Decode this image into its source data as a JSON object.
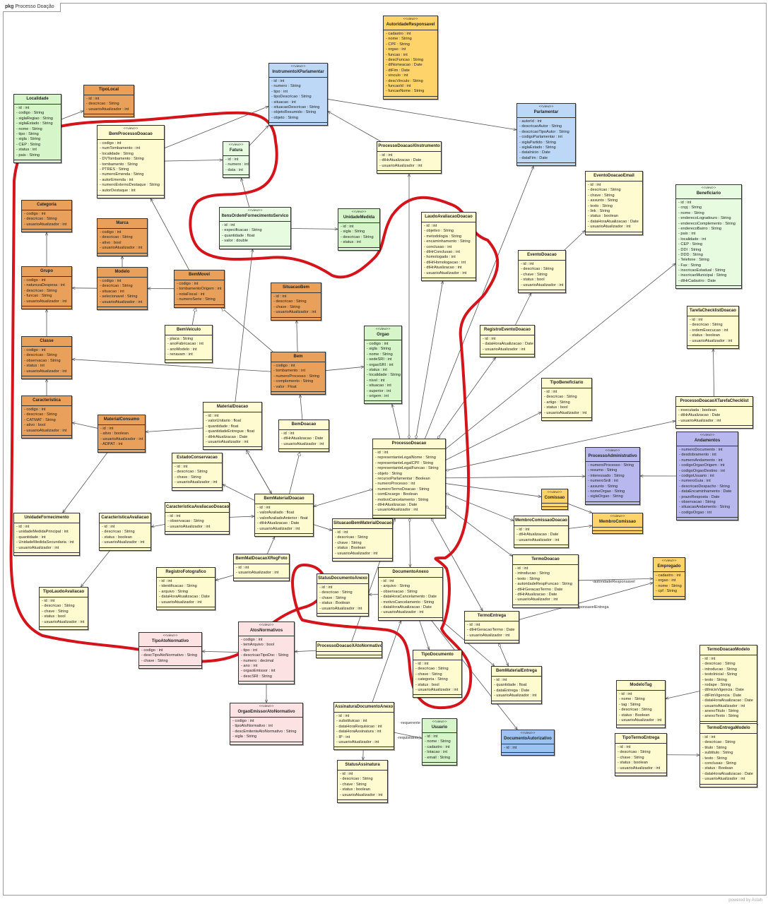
{
  "package": {
    "keyword": "pkg",
    "name": "Processo Doação"
  },
  "footer": "powered by Astah",
  "colors": {
    "annotation": "#d4131b",
    "yellow": "#fffbd0",
    "orange": "#e8a05b",
    "blue": "#bcd8f6",
    "green": "#d6f5c9",
    "purple": "#b9b8ee",
    "gold": "#fdd36a",
    "pink": "#fde2e3"
  },
  "classes": [
    {
      "id": "Localidade",
      "name": "Localidade",
      "attrs": [
        "- id : int",
        "- codigo : String",
        "- siglaRegiao : String",
        "- siglaEstado : String",
        "- nome : String",
        "- tipo : String",
        "- sigla : String",
        "- CEP : String",
        "- status : int",
        "- pais : String"
      ]
    },
    {
      "id": "TipoLocal",
      "name": "TipoLocal",
      "attrs": [
        "- id : int",
        "- descricao : String",
        "- usuarioAtualizador : int"
      ]
    },
    {
      "id": "BemProcessoDoacao",
      "stereotype": "<<view>>",
      "name": "BemProcessoDoacao",
      "attrs": [
        "- codigo : int",
        "- numTombamento : int",
        "- localidade : String",
        "- DVTombamento : String",
        "- tombamento : String",
        "- PTRES : String",
        "- numeroEmenda : String",
        "- autorEmenda : int",
        "- numeroExternoDestaque : String",
        "- autorDestaque : int"
      ]
    },
    {
      "id": "Fatura",
      "stereotype": "<<view>>",
      "name": "Fatura",
      "attrs": [
        "- id : int",
        "- numero : int",
        "- data : int"
      ]
    },
    {
      "id": "InstrumentoXParlamentar",
      "stereotype": "<<view>>",
      "name": "InstrumentoXParlamentar",
      "attrs": [
        "- id : int",
        "- numero : String",
        "- tipo : int",
        "- tipoDescricao : String",
        "- situacao : int",
        "- situacaoDescricao : String",
        "- objetoResumido : String",
        "- objeto : String"
      ]
    },
    {
      "id": "AutoridadeResponsavel",
      "stereotype": "<<view>>",
      "name": "AutoridadeResponsavel",
      "attrs": [
        "- cadastro : int",
        "- nome : String",
        "- CPF : String",
        "- orgao : int",
        "- funcao : int",
        "- descFuncao : String",
        "- dtNomeacao : Date",
        "- dtFim : Date",
        "- vinculo : int",
        "- descVinculo : String",
        "- funcaoId : int",
        "- funcaoNome : String"
      ]
    },
    {
      "id": "Parlamentar",
      "stereotype": "<<view>>",
      "name": "Parlamentar",
      "attrs": [
        "- autorId : int",
        "- descricaoAutor : String",
        "- descricaoTipoAutor : String",
        "- codigoParlamentar : int",
        "- siglaPartido : String",
        "- siglaEstado : String",
        "- dataInicio : Date",
        "- dataFim : Date"
      ]
    },
    {
      "id": "ProcessoDoacaoXInstrumento",
      "name": "ProcessoDoacaoXInstrumento",
      "attrs": [
        "- id : int",
        "- dtHrAtualizacao : Date",
        "- usuarioAtualizador : int"
      ]
    },
    {
      "id": "EventoDoacaoEmail",
      "name": "EventoDoacaoEmail",
      "attrs": [
        "- id : int",
        "- descricao : String",
        "- chave : String",
        "- assunto : String",
        "- texto : String",
        "- link : String",
        "- status : boolean",
        "- dataHoraAtualizacao : Date",
        "- usuarioAtualizador : int"
      ]
    },
    {
      "id": "Beneficiario",
      "stereotype": "<<view>>",
      "name": "Beneficiario",
      "attrs": [
        "- id : int",
        "- cnpj : String",
        "- nome : String",
        "- enderecoLogradouro : String",
        "- enderecoComplemento : String",
        "- enderecoBairro : String",
        "- pais : int",
        "- localidade : int",
        "- CEP : String",
        "- DDI : String",
        "- DDD : String",
        "- Telefone : String",
        "- Fax : String",
        "- inscricaoEstadual : String",
        "- inscricaoMunicipal : String",
        "- dtHrCadastro : Date"
      ]
    },
    {
      "id": "Categoria",
      "name": "Categoria",
      "attrs": [
        "- codigo : int",
        "- descricao : String",
        "- usuarioAtualizador : int"
      ]
    },
    {
      "id": "Marca",
      "name": "Marca",
      "attrs": [
        "- codigo : int",
        "- descricao : String",
        "- ativo : bool",
        "- usuarioAtualizador : int"
      ]
    },
    {
      "id": "ItensOrdemFornecimentoServico",
      "stereotype": "<<view>>",
      "name": "ItensOrdemFornecimentoServico",
      "attrs": [
        "- id : int",
        "- especificacao : String",
        "- quantidade : float",
        "- valor : double"
      ]
    },
    {
      "id": "UnidadeMedida",
      "stereotype": "<<view>>",
      "name": "UnidadeMedida",
      "attrs": [
        "- id : int",
        "- sigla : String",
        "- descricao : String",
        "- status : int"
      ]
    },
    {
      "id": "LaudoAvaliacaoDoacao",
      "name": "LaudoAvaliacaoDoacao",
      "attrs": [
        "- id : int",
        "- objetivo : String",
        "- metodologia : String",
        "- encaminhamento : String",
        "- conclusao : int",
        "- dtHrConclusao : int",
        "- homologado : int",
        "- dtHrHomologacao : int",
        "- dtHrAtualizacao : int",
        "- usuarioAtualizador : int"
      ]
    },
    {
      "id": "EventoDoacao",
      "name": "EventoDoacao",
      "attrs": [
        "- id : int",
        "- descricao : String",
        "- chave : String",
        "- status : bool",
        "- usuarioAtualizador : int"
      ]
    },
    {
      "id": "Grupo",
      "name": "Grupo",
      "attrs": [
        "- codigo : int",
        "- naturezaDespesa : int",
        "- descricao : String",
        "- funcao : String",
        "- usuarioAtualizador : int"
      ]
    },
    {
      "id": "Modelo",
      "name": "Modelo",
      "attrs": [
        "- codigo : int",
        "- descricao : String",
        "- situacao : int",
        "- selecionavel : String",
        "- usuarioAtualizador : int"
      ]
    },
    {
      "id": "BemMovel",
      "name": "BemMovel",
      "attrs": [
        "- codigo : int",
        "- tombamentoOrigem : int",
        "- notaFiscal : int",
        "- numeroSerie : String"
      ]
    },
    {
      "id": "SituacaoBem",
      "name": "SituacaoBem",
      "attrs": [
        "- id : int",
        "- descricao : String",
        "- chave : String",
        "- usuarioAtualizador : int"
      ]
    },
    {
      "id": "TarefaChecklistDoacao",
      "name": "TarefaChecklistDoacao",
      "attrs": [
        "- id : int",
        "- descricao : String",
        "- ordemExecucao : int",
        "- status : boolean",
        "- usuarioAtualizador : int"
      ]
    },
    {
      "id": "RegistroEventoDoacao",
      "name": "RegistroEventoDoacao",
      "attrs": [
        "- id : int",
        "- dataHoraAtualizacao : Date",
        "- usuarioAtualizador : int"
      ]
    },
    {
      "id": "BemVeiculo",
      "name": "BemVeiculo",
      "attrs": [
        "- placa : String",
        "- anoFabricacao : int",
        "- anoModelo : int",
        "- renavam : int"
      ]
    },
    {
      "id": "Classe",
      "name": "Classe",
      "attrs": [
        "- codigo : int",
        "- descricao : String",
        "- observacao : String",
        "- status : int",
        "- usuarioAtualizador : int"
      ]
    },
    {
      "id": "Bem",
      "name": "Bem",
      "attrs": [
        "- codigo : int",
        "- tombamento : int",
        "- numeroProcesso : String",
        "- complemento : String",
        "- valor : Float"
      ]
    },
    {
      "id": "Orgao",
      "stereotype": "<<view>>",
      "name": "Orgao",
      "attrs": [
        "- codigo : int",
        "- sigla : String",
        "- nome : String",
        "- sedeSRI : int",
        "- orgaoSRI : int",
        "- status : int",
        "- localidade : String",
        "- nivel : int",
        "- situacao : int",
        "- superior : int",
        "- origem : int"
      ]
    },
    {
      "id": "TipoBeneficiario",
      "name": "TipoBeneficiario",
      "attrs": [
        "- id : int",
        "- descricao : String",
        "- artigo : String",
        "- status : bool",
        "- usuarioAtualizador : int"
      ]
    },
    {
      "id": "ProcessoDoacaoXTarefaChecklist",
      "name": "ProcessoDoacaoXTarefaChecklist",
      "attrs": [
        "- executada : boolean",
        "- dtHrAtualizacao : Date",
        "- usuarioAtualizador : int"
      ]
    },
    {
      "id": "Caracteristica",
      "name": "Caracteristica",
      "attrs": [
        "- codigo : int",
        "- descricao : String",
        "- CATMAT : String",
        "- ativo : bool",
        "- usuarioAtualizador : int"
      ]
    },
    {
      "id": "MaterialConsumo",
      "name": "MaterialConsumo",
      "attrs": [
        "- id : int",
        "- ativo : boolean",
        "- usuarioAtualizador : int",
        "- ADPAT : int"
      ]
    },
    {
      "id": "MaterialDoacao",
      "name": "MaterialDoacao",
      "attrs": [
        "- id : int",
        "- valorUnitario : float",
        "- quantidade : float",
        "- quantidadeEntregue : float",
        "- dtHrAtualizacao : Date",
        "- usuarioAtualizador : int"
      ]
    },
    {
      "id": "BemDoacao",
      "name": "BemDoacao",
      "attrs": [
        "- id : int",
        "- dtHrAtualizacao : Date",
        "- usuarioAtualizador : int"
      ]
    },
    {
      "id": "ProcessoDoacao",
      "name": "ProcessoDoacao",
      "attrs": [
        "- id : int",
        "- representanteLegalNome : String",
        "- representanteLegalCPF : String",
        "- representanteLegalFuncao : String",
        "- objeto : String",
        "- recursoParlamentar : Boolean",
        "- numeroProcesso : int",
        "- numeroTermoDoacao : String",
        "- comEncargo : Boolean",
        "- motivoCancelamento : String",
        "- dtHrAtualizacao : Date",
        "- usuarioAtualizador : int"
      ]
    },
    {
      "id": "ProcessoAdministrativo",
      "stereotype": "<<view>>",
      "name": "ProcessoAdministrativo",
      "attrs": [
        "- numeroProcesso : String",
        "- resumo : String",
        "- interessado : String",
        "- numeroSrdi : int",
        "- assunto : String",
        "- nomeOrgao : String",
        "- siglaOrgao : String"
      ]
    },
    {
      "id": "Andamentos",
      "stereotype": "<<view>>",
      "name": "Andamentos",
      "attrs": [
        "- numeroDocumento : int",
        "- desdobramento : int",
        "- numeroAndamento : int",
        "- codigoOrgaoOrigem : int",
        "- codigoOrgaoDestino : int",
        "- codigoUsuario : int",
        "- numeroGuia : int",
        "- descricaoDespacho : String",
        "- dataEncaminhamento : Date",
        "- prazoResposta : Date",
        "- observacao : String",
        "- situacaoAndamento : String",
        "- codigoOrgao : int"
      ]
    },
    {
      "id": "EstadoConservacao",
      "name": "EstadoConservacao",
      "attrs": [
        "- id : int",
        "- descricao : String",
        "- chave : String",
        "- usuarioAtualizador : int"
      ]
    },
    {
      "id": "Comissao",
      "stereotype": "<<view>>",
      "name": "Comissao",
      "attrs": []
    },
    {
      "id": "MembroComissao",
      "stereotype": "<<view>>",
      "name": "MembroComissao",
      "attrs": []
    },
    {
      "id": "MembroComissaoDoacao",
      "name": "MembroComissaoDoacao",
      "attrs": [
        "- id : int",
        "- dtHrAtualizacao : Date",
        "- usuarioAtualizador : int"
      ]
    },
    {
      "id": "UnidadeFornecimento",
      "name": "UnidadeFornecimento",
      "attrs": [
        "- id : int",
        "- unidadeMedidaPrincipal : int",
        "- quantidade : int",
        "- UnidadeMedidaSecundaria : int",
        "- usuarioAtualizador : int"
      ]
    },
    {
      "id": "CaracteristicaAvaliacao",
      "name": "CaracteristicaAvaliacao",
      "attrs": [
        "- id : int",
        "- descricao : String",
        "- status : boolean",
        "- usuarioAtualizador : int"
      ]
    },
    {
      "id": "CaracteristicaAvaliacaoDoacao",
      "name": "CaracteristicaAvaliacaoDoacao",
      "attrs": [
        "- id : int",
        "- observacao : String",
        "- usuarioAtualizador : int"
      ]
    },
    {
      "id": "BemMaterialDoacao",
      "name": "BemMaterialDoacao",
      "attrs": [
        "- id : int",
        "- valorAvaliado : float",
        "- valorAvaliadoAnterior : float",
        "- dtHrAtualizacao : Date",
        "- usuarioAtualizador : int"
      ]
    },
    {
      "id": "SituacaoBemMaterialDoacao",
      "name": "SituacaoBemMaterialDoacao",
      "attrs": [
        "- id : int",
        "- descricao : String",
        "- chave : String",
        "- status : Boolean",
        "- usuarioAtualizador : int"
      ]
    },
    {
      "id": "TermoDoacao",
      "name": "TermoDoacao",
      "attrs": [
        "- id : int",
        "- introducao : String",
        "- texto : String",
        "- autoridadeRespFuncao : String",
        "- dtHrGeracaoTermo : Date",
        "- dtHrAtualizacao : Date",
        "- usuarioAtualizador : int"
      ]
    },
    {
      "id": "Empregado",
      "stereotype": "<<view>>",
      "name": "Empregado",
      "attrs": [
        "- cadastro : int",
        "- orgao : int",
        "- nome : String",
        "- cpf : String"
      ]
    },
    {
      "id": "BemMatDoacaoXRegFoto",
      "name": "BemMatDoacaoXRegFoto",
      "attrs": [
        "- id : int",
        "- usuarioAtualizador : int"
      ]
    },
    {
      "id": "RegistroFotografico",
      "name": "RegistroFotografico",
      "attrs": [
        "- id : int",
        "- identificacao : String",
        "- arquivo : String",
        "- dataHoraAtualizacao : Date",
        "- usuarioAtualizador : int"
      ]
    },
    {
      "id": "StatusDocumentoAnexo",
      "name": "StatusDocumentoAnexo",
      "attrs": [
        "- id : int",
        "- descricao : String",
        "- chave : String",
        "- status : Boolean",
        "- usuarioAtualizador : int"
      ]
    },
    {
      "id": "DocumentoAnexo",
      "name": "DocumentoAnexo",
      "attrs": [
        "- id : int",
        "- arquivo : String",
        "- observacao : String",
        "- dataHoraCancelamento : Date",
        "- motivoCancelamento : String",
        "- dataHoraAtualizacao : Date",
        "- usuarioAtualizador : int"
      ]
    },
    {
      "id": "TermoEntrega",
      "name": "TermoEntrega",
      "attrs": [
        "- id : int",
        "- dtHrGeracaoTermo : Date",
        "- usuarioAtualizador : int"
      ]
    },
    {
      "id": "TipoLaudoAvaliacao",
      "name": "TipoLaudoAvaliacao",
      "attrs": [
        "- id : int",
        "- descricao : String",
        "- chave : String",
        "- status : bool",
        "- usuarioAtualizador : int"
      ]
    },
    {
      "id": "TipoAtoNormativo",
      "stereotype": "<<view>>",
      "name": "TipoAtoNormativo",
      "attrs": [
        "- codigo : int",
        "- descTipoAtoNormativo : String",
        "- chave : String"
      ]
    },
    {
      "id": "AtosNormativos",
      "stereotype": "<<view>>",
      "name": "AtosNormativos",
      "attrs": [
        "- codigo : int",
        "- temArquivo : bool",
        "- tipo : int",
        "- descricaoTipoDoc : String",
        "- numero : decimal",
        "- ano : int",
        "- orgaoEmissor : int",
        "- descSRI : String"
      ]
    },
    {
      "id": "ProcessoDoacaoXAtoNormativo",
      "name": "ProcessoDoacaoXAtoNormativo",
      "attrs": []
    },
    {
      "id": "TipoDocumento",
      "name": "TipoDocumento",
      "attrs": [
        "- id : int",
        "- descricao : String",
        "- chave : String",
        "- categoria : String",
        "- status : bool",
        "- usuarioAtualizador : int"
      ]
    },
    {
      "id": "BemMaterialEntrega",
      "name": "BemMaterialEntrega",
      "attrs": [
        "- id : int",
        "- quantidade : float",
        "- dataEntrega : Date",
        "- usuarioAtualizador : int"
      ]
    },
    {
      "id": "TermoDoacaoModelo",
      "name": "TermoDoacaoModelo",
      "attrs": [
        "- id : int",
        "- descricao : String",
        "- introducao : String",
        "- textoInicial : String",
        "- texto : String",
        "- rodape : String",
        "- dtInicioVigencia : Date",
        "- dtFimVigencia : Date",
        "- dataHoraAtualizacao : Date",
        "- usuarioAtualizador : int",
        "- anexoTitulo : String",
        "- anexoTexto : String"
      ]
    },
    {
      "id": "ModeloTag",
      "name": "ModeloTag",
      "attrs": [
        "- id : int",
        "- nome : String",
        "- tag : String",
        "- descricao : String",
        "- status : Boolean",
        "- usuarioAtualizador : int"
      ]
    },
    {
      "id": "OrgaoEmissorAtoNormativo",
      "stereotype": "<<view>>",
      "name": "OrgaoEmissorAtoNormativo",
      "attrs": [
        "- codigo : int",
        "- tipoAtoNormativo : int",
        "- descEmitenteAtoNormativo : String",
        "- sigla : String"
      ]
    },
    {
      "id": "AssinaturaDocumentoAnexo",
      "name": "AssinaturaDocumentoAnexo",
      "attrs": [
        "- id : int",
        "- substituicao : int",
        "- dataHoraRequisicao : int",
        "- dataHoraAssinatura : int",
        "- IP : int",
        "- usuarioAtualizador : int"
      ]
    },
    {
      "id": "Usuario",
      "stereotype": "<<view>>",
      "name": "Usuario",
      "attrs": [
        "- id : int",
        "- nome : String",
        "- cadastro : int",
        "- lotacao : int",
        "- email : String"
      ]
    },
    {
      "id": "DocumentoAutorizativo",
      "stereotype": "<<view>>",
      "name": "DocumentoAutorizativo",
      "attrs": [
        "- id : int"
      ]
    },
    {
      "id": "TipoTermoEntrega",
      "name": "TipoTermoEntrega",
      "attrs": [
        "- id : int",
        "- descricao : String",
        "- chave : String",
        "- status : boolean",
        "- usuarioAtualizador : int"
      ]
    },
    {
      "id": "TermoEntregaModelo",
      "name": "TermoEntregaModelo",
      "attrs": [
        "- id : int",
        "- descricao : String",
        "- titulo : String",
        "- subtitulo : String",
        "- texto : String",
        "- conclusao : String",
        "- status : Boolean",
        "- dataHoraAtualizacao : Date",
        "- usuarioAtualizador : int"
      ]
    },
    {
      "id": "StatusAssinatura",
      "name": "StatusAssinatura",
      "attrs": [
        "- id : int",
        "- descricao : String",
        "- chave : String",
        "- status : boolean",
        "- usuarioAtualizador : int"
      ]
    }
  ],
  "association_labels": [
    {
      "id": "autoridadeResponsavel",
      "text": "-autoridadeResponsavel"
    },
    {
      "id": "responsavelEntrega",
      "text": "-responsavelEntrega"
    },
    {
      "id": "requerente",
      "text": "-requerente"
    },
    {
      "id": "requisitante",
      "text": "-requisitante"
    }
  ]
}
